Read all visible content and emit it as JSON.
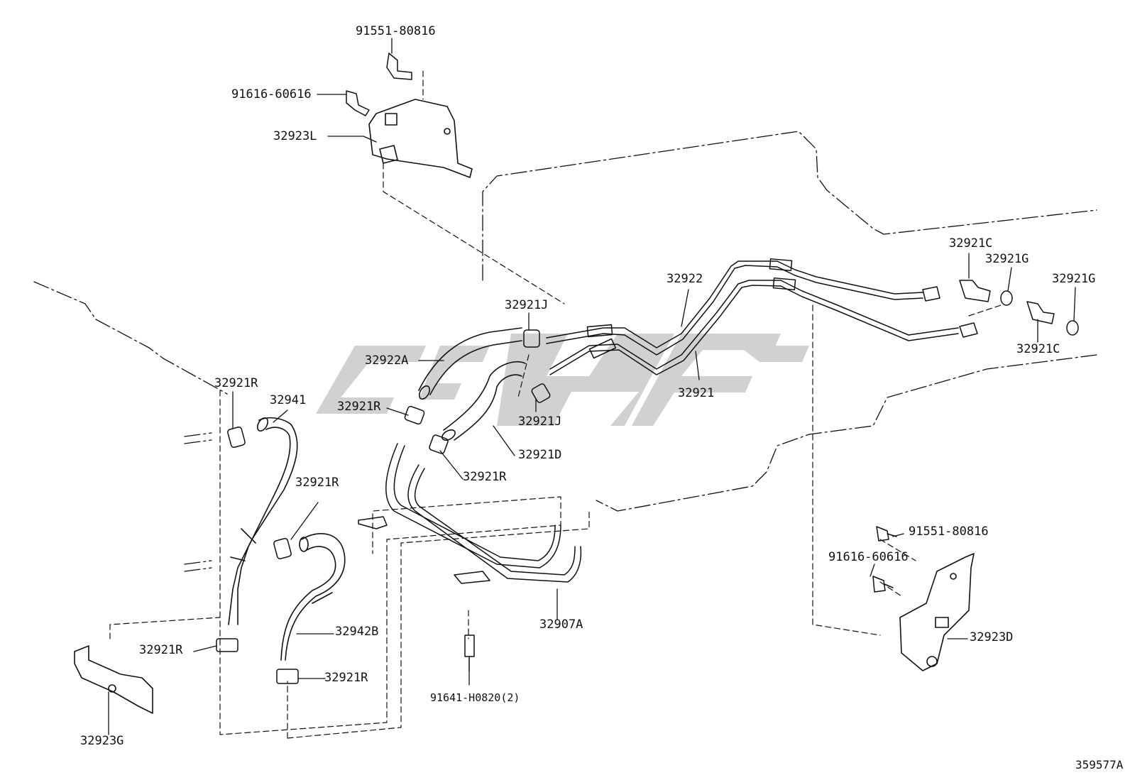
{
  "colors": {
    "line": "#111111",
    "watermark": "#c4c4c4",
    "background": "#ffffff"
  },
  "parts": [
    {
      "id": "p-91551-80816-top",
      "label": "91551-80816"
    },
    {
      "id": "p-91616-60616-top",
      "label": "91616-60616"
    },
    {
      "id": "p-32923L",
      "label": "32923L"
    },
    {
      "id": "p-32921J-top",
      "label": "32921J"
    },
    {
      "id": "p-32922A",
      "label": "32922A"
    },
    {
      "id": "p-32922",
      "label": "32922"
    },
    {
      "id": "p-32921C-top",
      "label": "32921C"
    },
    {
      "id": "p-32921G-left",
      "label": "32921G"
    },
    {
      "id": "p-32921G-right",
      "label": "32921G"
    },
    {
      "id": "p-32921C-bottom",
      "label": "32921C"
    },
    {
      "id": "p-32921",
      "label": "32921"
    },
    {
      "id": "p-32921R-1",
      "label": "32921R"
    },
    {
      "id": "p-32941",
      "label": "32941"
    },
    {
      "id": "p-32921R-2",
      "label": "32921R"
    },
    {
      "id": "p-32921J-bottom",
      "label": "32921J"
    },
    {
      "id": "p-32921D",
      "label": "32921D"
    },
    {
      "id": "p-32921R-3",
      "label": "32921R"
    },
    {
      "id": "p-32921R-4",
      "label": "32921R"
    },
    {
      "id": "p-91551-80816-right",
      "label": "91551-80816"
    },
    {
      "id": "p-91616-60616-right",
      "label": "91616-60616"
    },
    {
      "id": "p-32942B",
      "label": "32942B"
    },
    {
      "id": "p-32907A",
      "label": "32907A"
    },
    {
      "id": "p-32923D",
      "label": "32923D"
    },
    {
      "id": "p-32921R-5",
      "label": "32921R"
    },
    {
      "id": "p-32921R-6",
      "label": "32921R"
    },
    {
      "id": "p-91641-H0820",
      "label": "91641-H0820(2)"
    },
    {
      "id": "p-32923G",
      "label": "32923G"
    }
  ],
  "reference_number": "359577A"
}
